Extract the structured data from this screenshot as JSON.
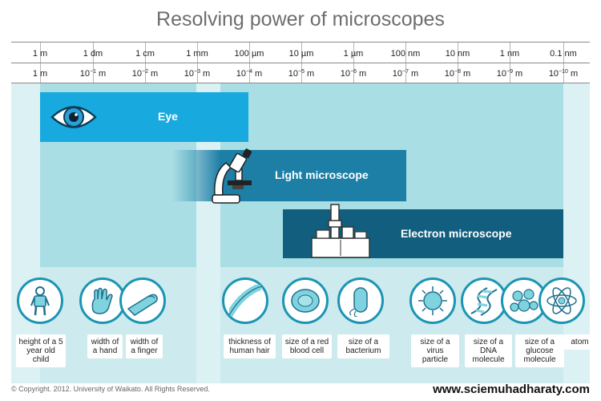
{
  "title": "Resolving power of microscopes",
  "scale": [
    {
      "top": "1 m",
      "base": "1 m",
      "exp": ""
    },
    {
      "top": "1 dm",
      "base": "10",
      "exp": "−1",
      "unit": " m"
    },
    {
      "top": "1 cm",
      "base": "10",
      "exp": "−2",
      "unit": " m"
    },
    {
      "top": "1 mm",
      "base": "10",
      "exp": "−3",
      "unit": " m"
    },
    {
      "top": "100 µm",
      "base": "10",
      "exp": "−4",
      "unit": " m"
    },
    {
      "top": "10 µm",
      "base": "10",
      "exp": "−5",
      "unit": " m"
    },
    {
      "top": "1 µm",
      "base": "10",
      "exp": "−6",
      "unit": " m"
    },
    {
      "top": "100 nm",
      "base": "10",
      "exp": "−7",
      "unit": " m"
    },
    {
      "top": "10 nm",
      "base": "10",
      "exp": "−8",
      "unit": " m"
    },
    {
      "top": "1 nm",
      "base": "10",
      "exp": "−9",
      "unit": " m"
    },
    {
      "top": "0.1 nm",
      "base": "10",
      "exp": "−10",
      "unit": " m"
    }
  ],
  "bars": {
    "eye": "Eye",
    "light": "Light microscope",
    "electron": "Electron microscope"
  },
  "items": [
    {
      "label": "height of a 5 year old child",
      "icon": "child-icon"
    },
    {
      "label": "width of a hand",
      "icon": "hand-icon"
    },
    {
      "label": "width of a finger",
      "icon": "finger-icon"
    },
    {
      "label": "thickness of human hair",
      "icon": "hair-icon"
    },
    {
      "label": "size of a red blood cell",
      "icon": "red-blood-cell-icon"
    },
    {
      "label": "size of a bacterium",
      "icon": "bacterium-icon"
    },
    {
      "label": "size of a virus particle",
      "icon": "virus-icon"
    },
    {
      "label": "size of a DNA molecule",
      "icon": "dna-icon"
    },
    {
      "label": "size of a glucose molecule",
      "icon": "glucose-icon"
    },
    {
      "label": "atom",
      "icon": "atom-icon"
    }
  ],
  "footer": "© Copyright. 2012. University of Waikato. All Rights Reserved.",
  "site": "www.sciemuhadharaty.com",
  "colors": {
    "eye_bar": "#18a9df",
    "light_bar": "#1d7fa6",
    "electron_bar": "#125e7e",
    "band_light": "#d8eff1",
    "band_mid": "#a5dde3",
    "circle_border": "#1b95b3"
  }
}
